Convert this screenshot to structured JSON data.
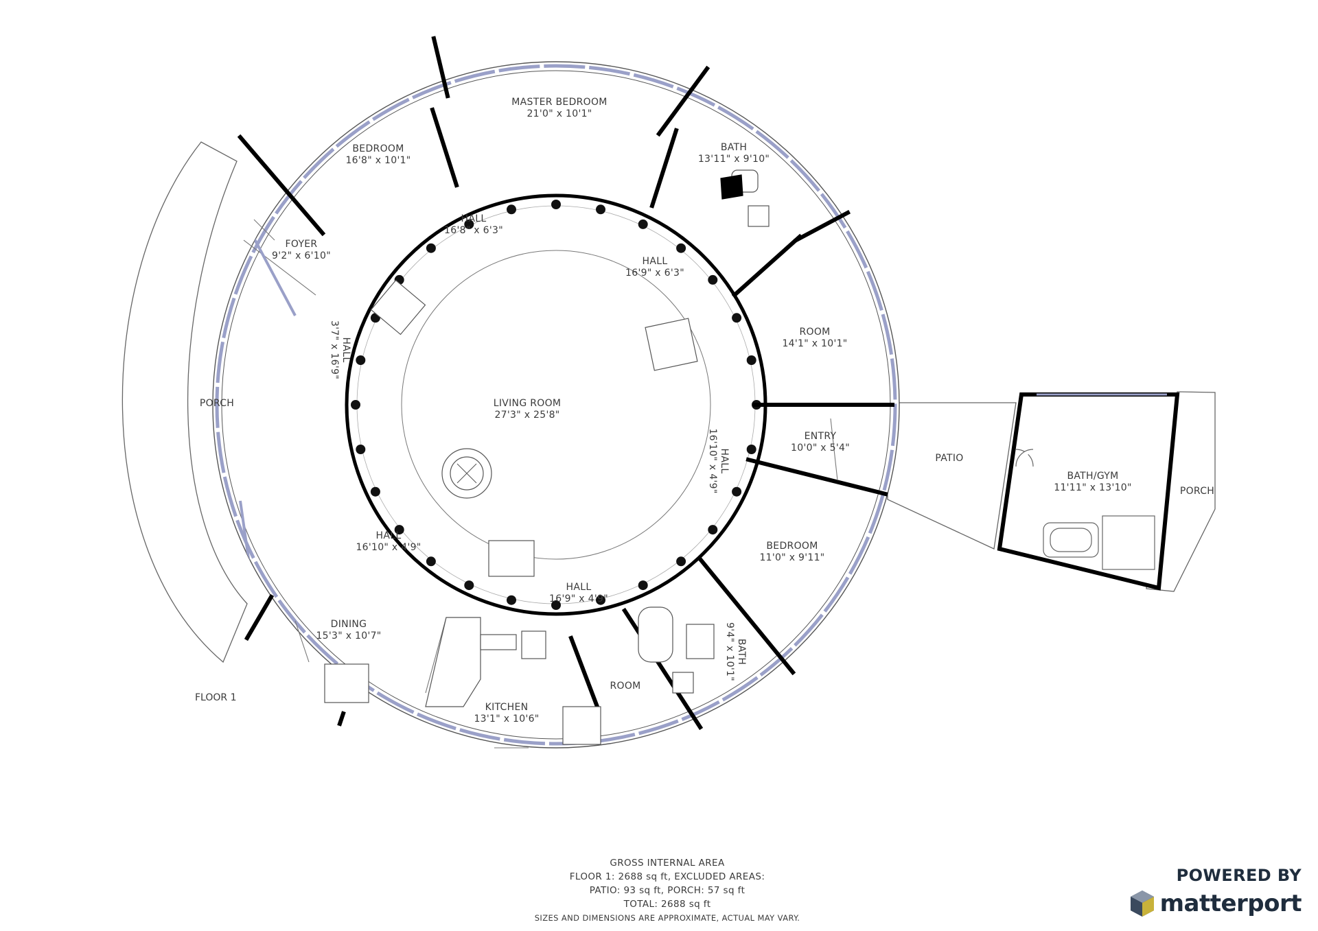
{
  "rooms": {
    "master_bedroom": {
      "name": "MASTER BEDROOM",
      "dims": "21'0\" x 10'1\""
    },
    "bedroom_nw": {
      "name": "BEDROOM",
      "dims": "16'8\" x 10'1\""
    },
    "bath_ne": {
      "name": "BATH",
      "dims": "13'11\" x 9'10\""
    },
    "hall_n": {
      "name": "HALL",
      "dims": "16'8\" x 6'3\""
    },
    "hall_ne": {
      "name": "HALL",
      "dims": "16'9\" x 6'3\""
    },
    "foyer": {
      "name": "FOYER",
      "dims": "9'2\" x 6'10\""
    },
    "hall_w": {
      "name": "HALL",
      "dims": "3'7\" x 16'9\""
    },
    "room_e": {
      "name": "ROOM",
      "dims": "14'1\" x 10'1\""
    },
    "living_room": {
      "name": "LIVING ROOM",
      "dims": "27'3\" x 25'8\""
    },
    "porch_w": {
      "name": "PORCH",
      "dims": ""
    },
    "entry": {
      "name": "ENTRY",
      "dims": "10'0\" x 5'4\""
    },
    "hall_e": {
      "name": "HALL",
      "dims": "16'10\" x 4'9\""
    },
    "patio": {
      "name": "PATIO",
      "dims": ""
    },
    "bath_gym": {
      "name": "BATH/GYM",
      "dims": "11'11\" x 13'10\""
    },
    "porch_e": {
      "name": "PORCH",
      "dims": ""
    },
    "bedroom_se": {
      "name": "BEDROOM",
      "dims": "11'0\" x 9'11\""
    },
    "hall_sw": {
      "name": "HALL",
      "dims": "16'10\" x 4'9\""
    },
    "hall_s": {
      "name": "HALL",
      "dims": "16'9\" x 4'9\""
    },
    "bath_s": {
      "name": "BATH",
      "dims": "9'4\" x 10'1\""
    },
    "dining": {
      "name": "DINING",
      "dims": "15'3\" x 10'7\""
    },
    "room_s": {
      "name": "ROOM",
      "dims": ""
    },
    "kitchen": {
      "name": "KITCHEN",
      "dims": "13'1\" x 10'6\""
    }
  },
  "floor_label": "FLOOR 1",
  "footer": {
    "line1": "GROSS INTERNAL AREA",
    "line2": "FLOOR 1: 2688 sq ft, EXCLUDED AREAS:",
    "line3": "PATIO: 93 sq ft, PORCH: 57 sq ft",
    "line4": "TOTAL: 2688 sq ft",
    "disclaimer": "SIZES AND DIMENSIONS ARE APPROXIMATE, ACTUAL MAY VARY."
  },
  "branding": {
    "powered_by": "POWERED BY",
    "logo_text": "matterport",
    "logo_icon": "matterport-cube-icon"
  },
  "colors": {
    "wall": "#000000",
    "window": "#9aa0c8",
    "line": "#666666",
    "text": "#3a3a3a",
    "brand": "#1f2d3d"
  }
}
